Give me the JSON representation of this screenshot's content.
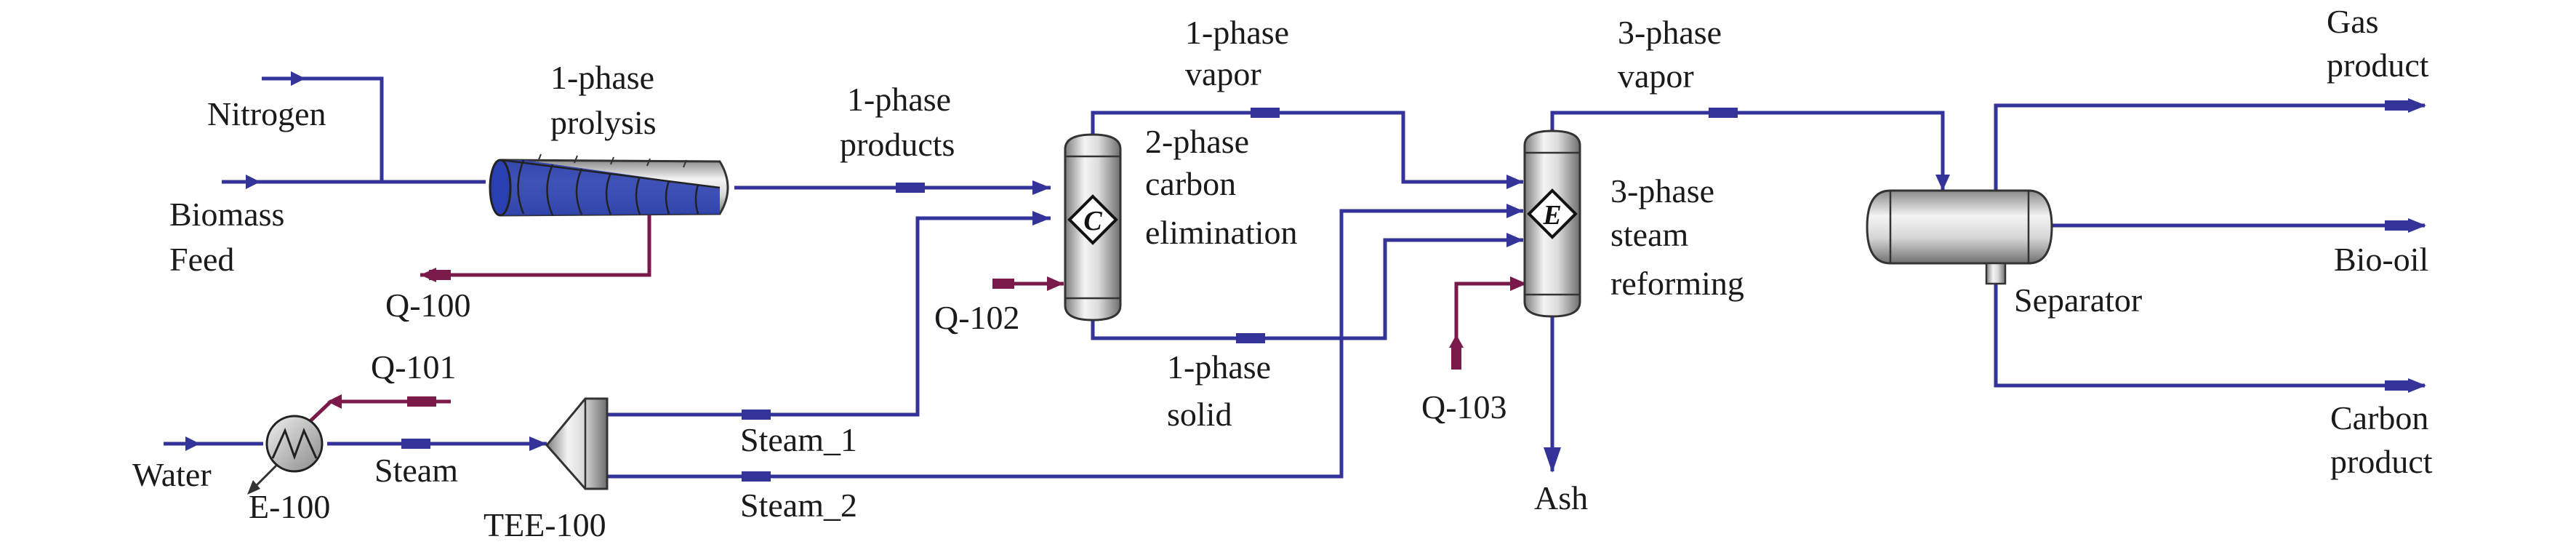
{
  "colors": {
    "material_stream": "#333399",
    "energy_stream": "#7a1a4a",
    "vessel_light": "#f2f2f2",
    "vessel_dark": "#8a8a8a",
    "biomass_fill": "#2a3fb0"
  },
  "streams": {
    "nitrogen": "Nitrogen",
    "biomass_line1": "Biomass",
    "biomass_line2": "Feed",
    "q100": "Q-100",
    "q101": "Q-101",
    "q102": "Q-102",
    "q103": "Q-103",
    "water": "Water",
    "steam": "Steam",
    "steam_1": "Steam_1",
    "steam_2": "Steam_2",
    "products_line1": "1-phase",
    "products_line2": "products",
    "vapor1_line1": "1-phase",
    "vapor1_line2": "vapor",
    "solid_line1": "1-phase",
    "solid_line2": "solid",
    "vapor3_line1": "3-phase",
    "vapor3_line2": "vapor",
    "ash": "Ash",
    "gas_line1": "Gas",
    "gas_line2": "product",
    "biooil": "Bio-oil",
    "carbon_line1": "Carbon",
    "carbon_line2": "product"
  },
  "units": {
    "pyrolysis_line1": "1-phase",
    "pyrolysis_line2": "prolysis",
    "carbon_elim_line1": "2-phase",
    "carbon_elim_line2": "carbon",
    "carbon_elim_line3": "elimination",
    "reforming_line1": "3-phase",
    "reforming_line2": "steam",
    "reforming_line3": "reforming",
    "e100": "E-100",
    "tee100": "TEE-100",
    "separator": "Separator",
    "reactor_c_glyph": "C",
    "reactor_e_glyph": "E"
  }
}
